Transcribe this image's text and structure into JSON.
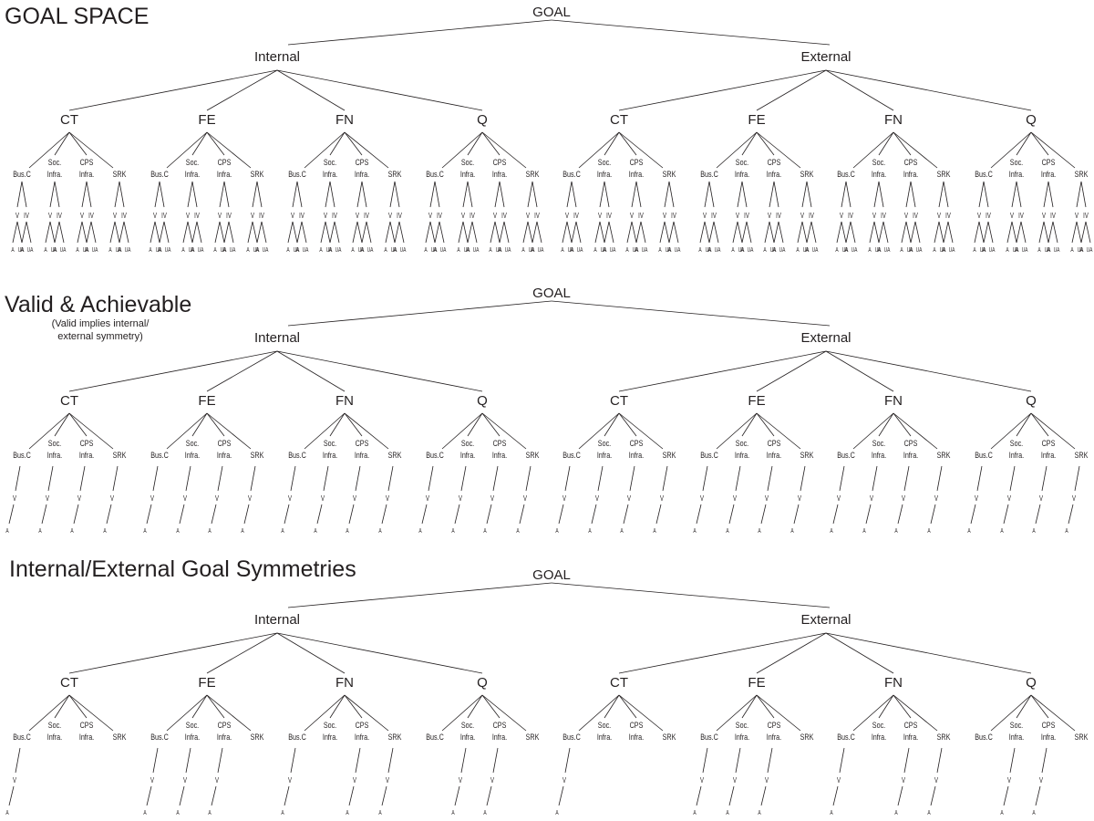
{
  "root_label": "GOAL",
  "branches": [
    "Internal",
    "External"
  ],
  "categories": [
    "CT",
    "FE",
    "FN",
    "Q"
  ],
  "subcategories": [
    {
      "line1": "",
      "line2": "Bus.C"
    },
    {
      "line1": "Soc.",
      "line2": "Infra."
    },
    {
      "line1": "CPS",
      "line2": "Infra."
    },
    {
      "line1": "",
      "line2": "SRK"
    }
  ],
  "validity_labels": [
    "V",
    "IV"
  ],
  "achievability_labels": [
    "A",
    "UA"
  ],
  "sections": [
    {
      "title": "GOAL SPACE",
      "subtitle": "",
      "mode": "full",
      "active_subcategories": {
        "CT": [
          0,
          1,
          2,
          3
        ],
        "FE": [
          0,
          1,
          2,
          3
        ],
        "FN": [
          0,
          1,
          2,
          3
        ],
        "Q": [
          0,
          1,
          2,
          3
        ]
      }
    },
    {
      "title": "Valid & Achievable",
      "subtitle": "(Valid implies internal/\nexternal symmetry)",
      "mode": "valid-achievable",
      "active_subcategories": {
        "CT": [
          0,
          1,
          2,
          3
        ],
        "FE": [
          0,
          1,
          2,
          3
        ],
        "FN": [
          0,
          1,
          2,
          3
        ],
        "Q": [
          0,
          1,
          2,
          3
        ]
      }
    },
    {
      "title": "Internal/External Goal Symmetries",
      "subtitle": "",
      "mode": "valid-achievable",
      "active_subcategories": {
        "CT": [
          0
        ],
        "FE": [
          0,
          1,
          2
        ],
        "FN": [
          0,
          2,
          3
        ],
        "Q": [
          1,
          2
        ]
      }
    }
  ]
}
